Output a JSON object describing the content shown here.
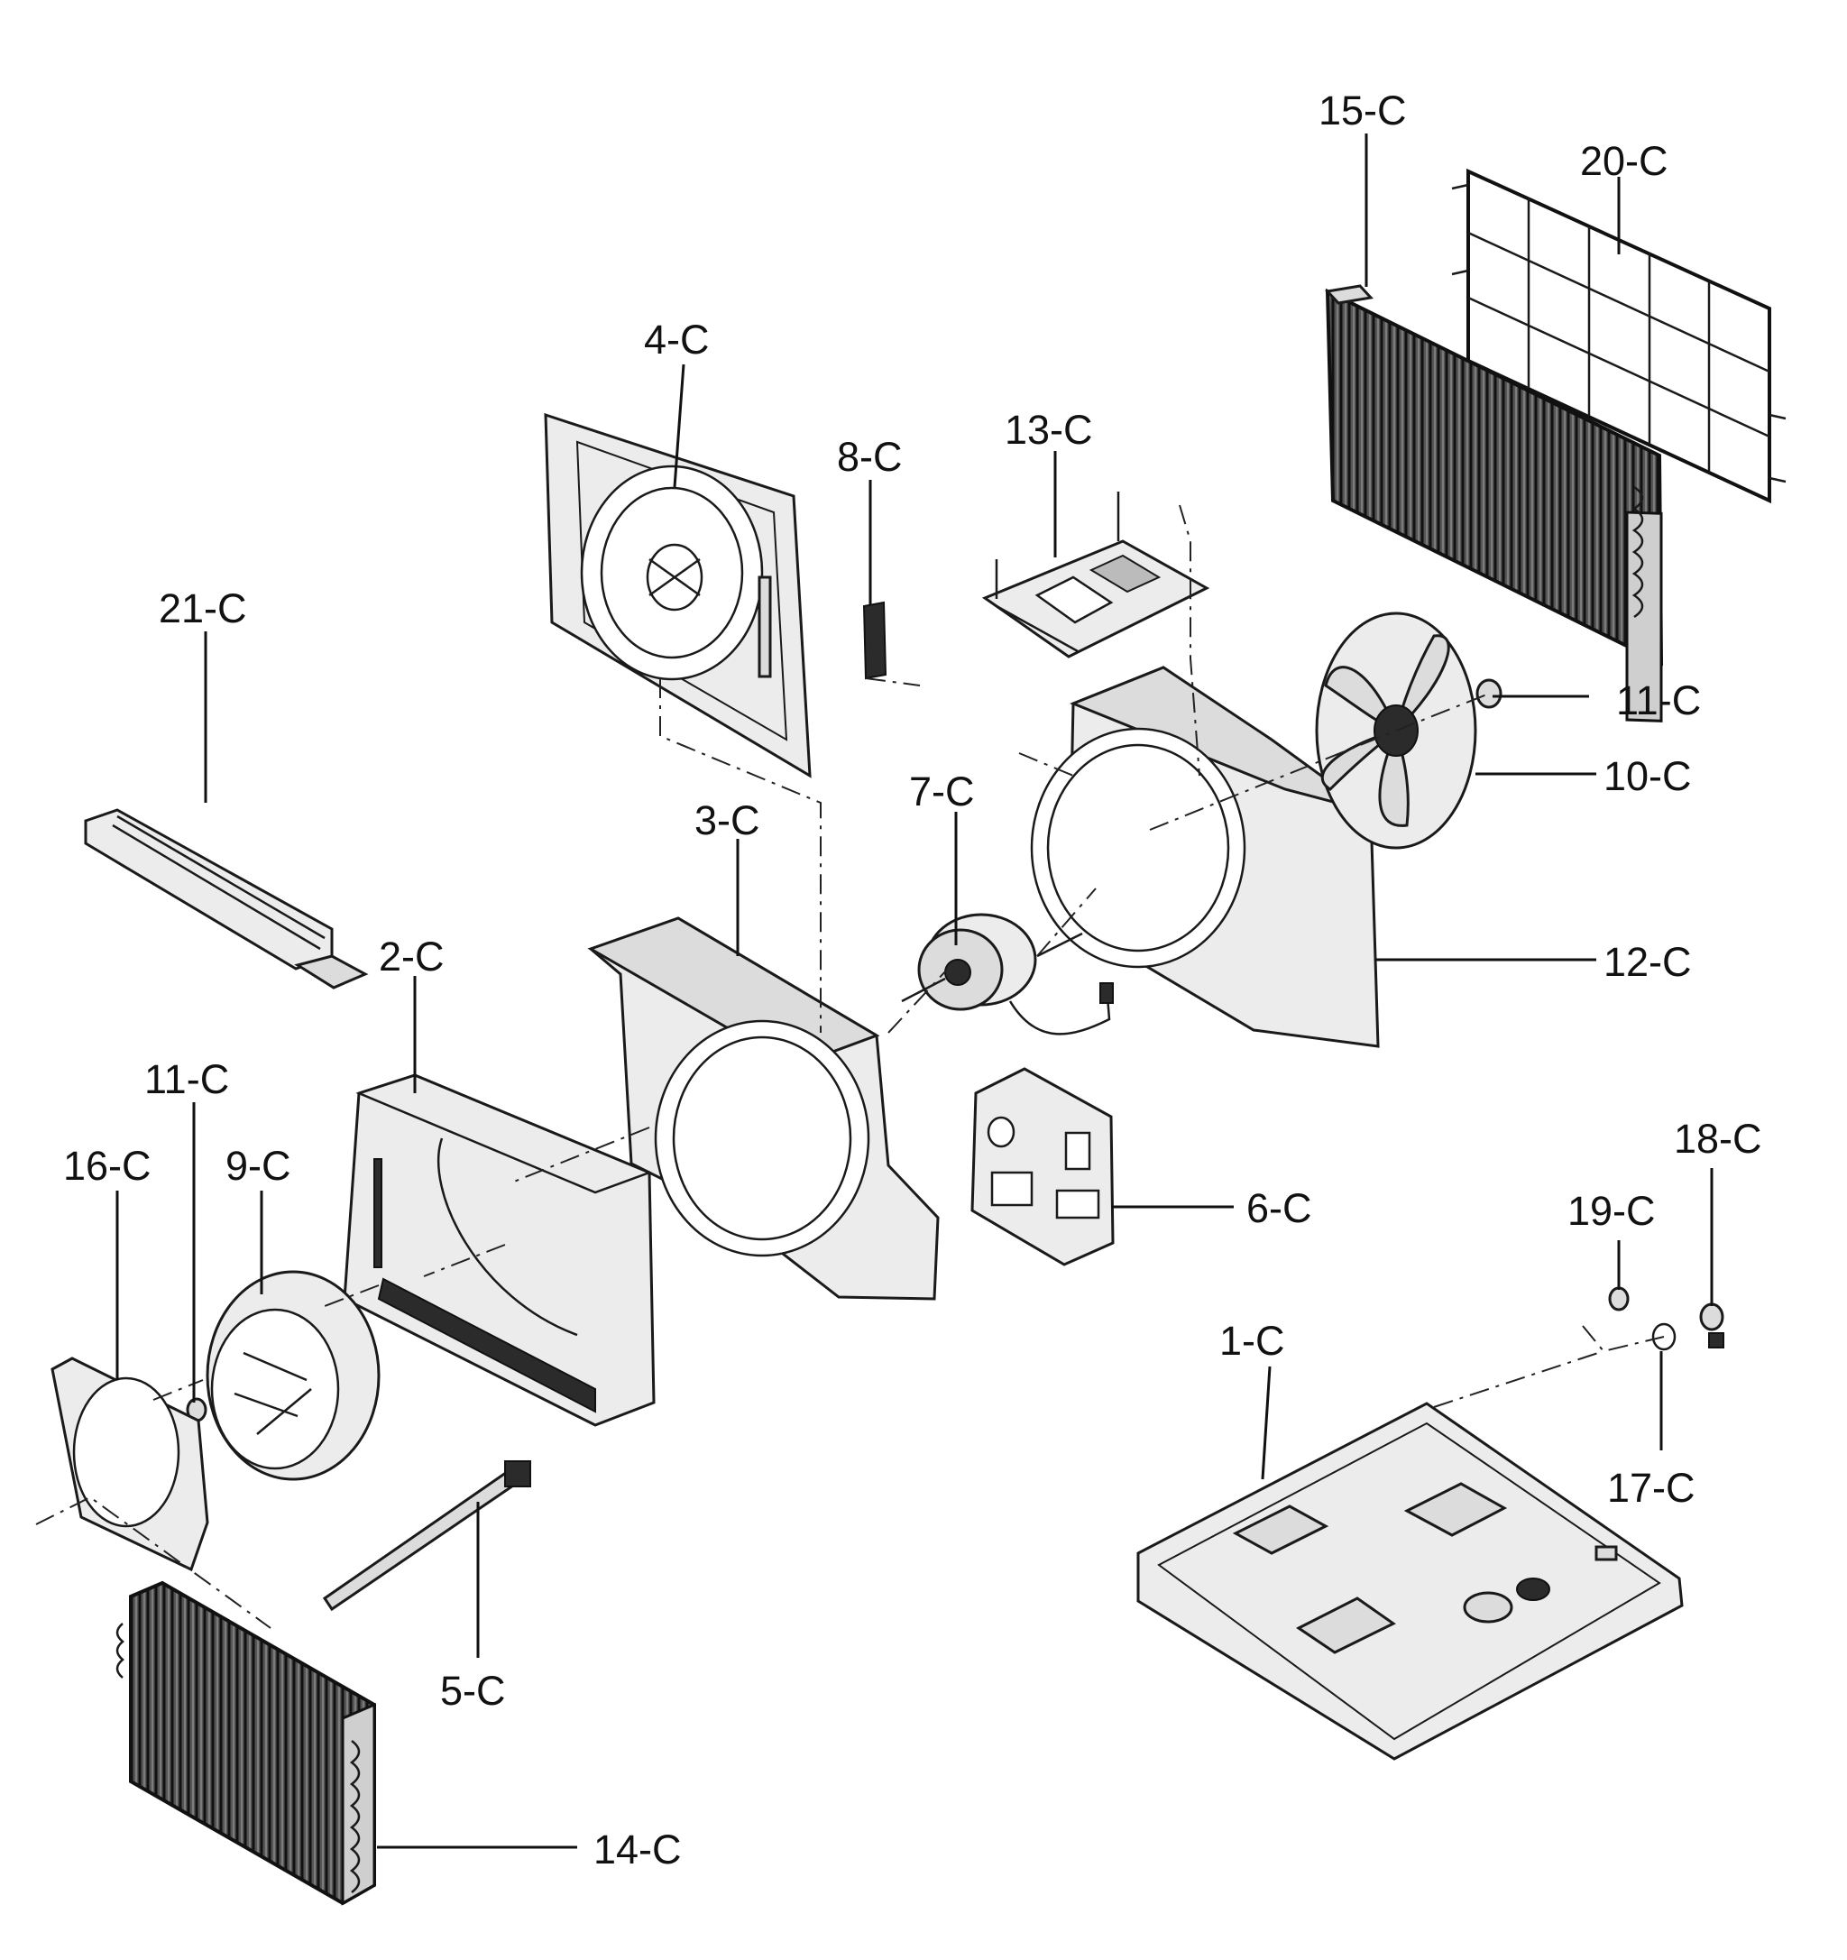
{
  "diagram": {
    "labels": {
      "p1": "1-C",
      "p2": "2-C",
      "p3": "3-C",
      "p4": "4-C",
      "p5": "5-C",
      "p6": "6-C",
      "p7": "7-C",
      "p8": "8-C",
      "p9": "9-C",
      "p10": "10-C",
      "p11a": "11-C",
      "p11b": "11-C",
      "p12": "12-C",
      "p13": "13-C",
      "p14": "14-C",
      "p15": "15-C",
      "p16": "16-C",
      "p17": "17-C",
      "p18": "18-C",
      "p19": "19-C",
      "p20": "20-C",
      "p21": "21-C"
    }
  }
}
